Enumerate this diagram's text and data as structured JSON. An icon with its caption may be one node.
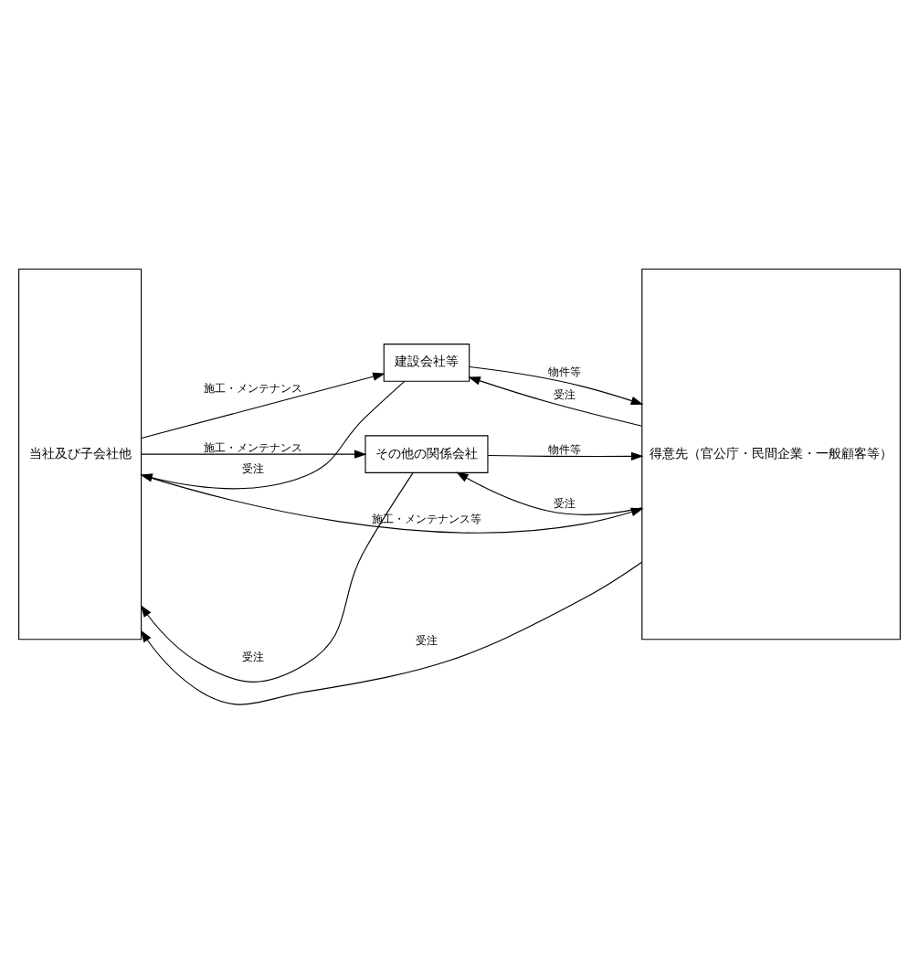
{
  "diagram": {
    "nodes": [
      {
        "text": [
          "当社及び子会社他"
        ]
      },
      {
        "text": [
          "建設会社等"
        ]
      },
      {
        "text": [
          "その他の関係会社"
        ]
      },
      {
        "text": [
          "得意先（官公庁・民間企業・一般顧客等）"
        ]
      }
    ],
    "edges": [
      {
        "from": 3,
        "to": 1,
        "arrow": "to",
        "label": "受注"
      },
      {
        "from": 1,
        "to": 0,
        "arrow": "to",
        "label": "受注"
      },
      {
        "from": 0,
        "to": 1,
        "arrow": "to",
        "label": "施工・メンテナンス"
      },
      {
        "from": 1,
        "to": 3,
        "arrow": "to",
        "label": "物件等"
      },
      {
        "from": 3,
        "to": 2,
        "arrow": "to",
        "label": "受注"
      },
      {
        "from": 2,
        "to": 0,
        "arrow": "to",
        "label": "受注"
      },
      {
        "from": 0,
        "to": 2,
        "arrow": "to",
        "label": "施工・メンテナンス"
      },
      {
        "from": 2,
        "to": 3,
        "arrow": "to",
        "label": "物件等"
      },
      {
        "from": 3,
        "to": 0,
        "arrow": "to",
        "label": "受注"
      },
      {
        "from": 0,
        "to": 3,
        "arrow": "to",
        "label": "施工・メンテナンス等"
      }
    ]
  }
}
